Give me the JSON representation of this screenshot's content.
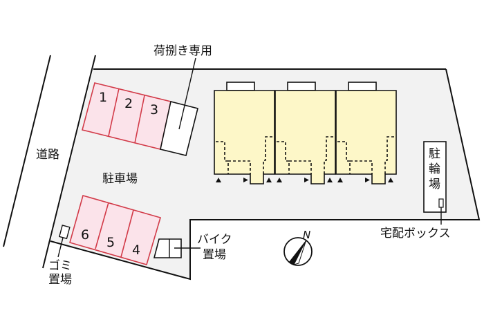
{
  "labels": {
    "loading_only": "荷捌き専用",
    "road": "道路",
    "parking_lot": "駐車場",
    "bike_parking_1": "バイク",
    "bike_parking_2": "置場",
    "garbage_1": "ゴミ",
    "garbage_2": "置場",
    "bicycle_parking": [
      "駐",
      "輪",
      "場"
    ],
    "delivery_box": "宅配ボックス",
    "north": "N"
  },
  "parking_spaces_top": [
    "1",
    "2",
    "3"
  ],
  "parking_spaces_bottom": [
    "6",
    "5",
    "4"
  ],
  "colors": {
    "lot": "#f2f2f2",
    "building": "#fdf7c8",
    "parking_fill": "#fbe3ea",
    "parking_stroke": "#d23a48"
  }
}
